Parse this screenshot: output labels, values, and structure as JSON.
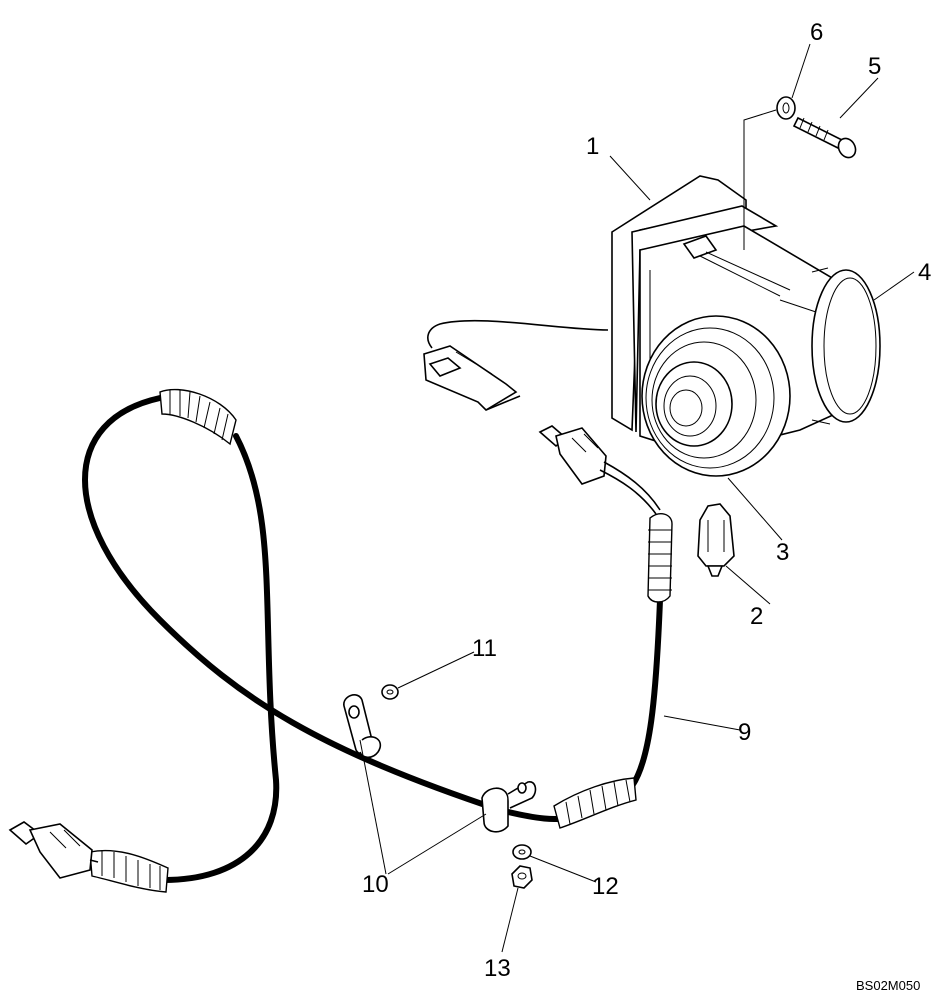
{
  "callouts": {
    "c1": "1",
    "c2": "2",
    "c3": "3",
    "c4": "4",
    "c5": "5",
    "c6": "6",
    "c9": "9",
    "c10": "10",
    "c11": "11",
    "c12": "12",
    "c13": "13"
  },
  "figure_code": "BS02M050"
}
